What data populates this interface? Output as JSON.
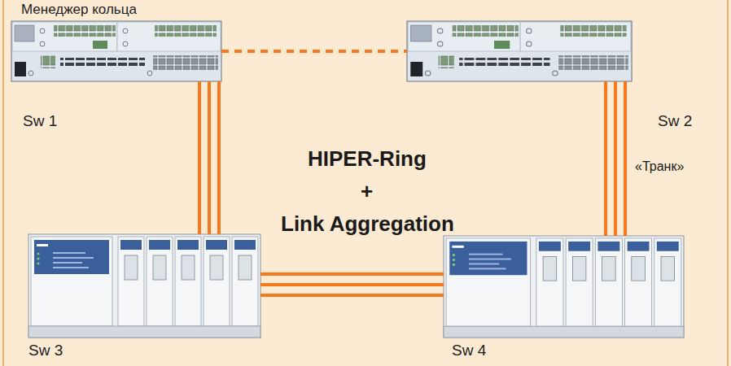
{
  "diagram": {
    "nodes": [
      {
        "text": [
          "Менеджер кольца",
          "Sw 1"
        ]
      },
      {
        "text": [
          "Sw 2"
        ]
      },
      {
        "text": [
          "Sw 3"
        ]
      },
      {
        "text": [
          "Sw 4"
        ]
      }
    ],
    "edges": [
      {
        "from": 0,
        "to": 1,
        "arrow": "none"
      },
      {
        "from": 0,
        "to": 2,
        "arrow": "none"
      },
      {
        "from": 0,
        "to": 2,
        "arrow": "none"
      },
      {
        "from": 0,
        "to": 2,
        "arrow": "none"
      },
      {
        "from": 1,
        "to": 3,
        "arrow": "none"
      },
      {
        "from": 1,
        "to": 3,
        "arrow": "none"
      },
      {
        "from": 1,
        "to": 3,
        "arrow": "none"
      },
      {
        "from": 2,
        "to": 3,
        "arrow": "none"
      },
      {
        "from": 2,
        "to": 3,
        "arrow": "none"
      },
      {
        "from": 2,
        "to": 3,
        "arrow": "none"
      }
    ],
    "labels": [
      "HIPER-Ring",
      "+",
      "Link Aggregation",
      "«Транк»"
    ]
  }
}
